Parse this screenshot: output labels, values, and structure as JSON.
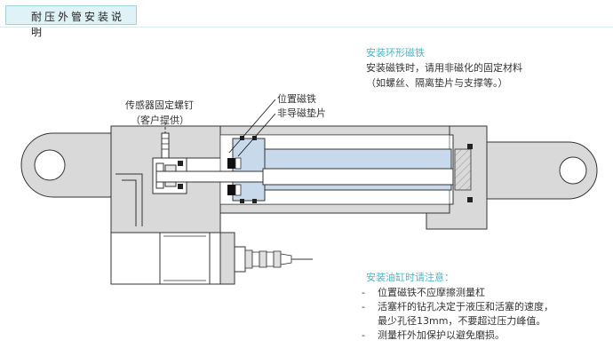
{
  "title": "耐压外管安装说明",
  "magnet_note": {
    "heading": "安装环形磁铁",
    "line1": "安装磁铁时，请用非磁化的固定材料",
    "line2": "（如螺丝、隔离垫片与支撑等。）"
  },
  "labels": {
    "sensor_screw_line1": "传感器固定螺钉",
    "sensor_screw_line2": "（客户提供）",
    "position_magnet": "位置磁铁",
    "nonmagnetic_spacer": "非导磁垫片"
  },
  "cylinder_note": {
    "heading": "安装油缸时请注意：",
    "items": [
      {
        "dash": "-",
        "text": "位置磁铁不应摩擦测量杠"
      },
      {
        "dash": "-",
        "text": "活塞杆的钻孔决定于液压和活塞的速度，"
      },
      {
        "dash": "",
        "text": "最少孔径13mm，不要超过压力峰值。"
      },
      {
        "dash": "-",
        "text": "测量杆外加保护以避免磨损。"
      }
    ]
  },
  "colors": {
    "body_gray": "#d9d9d9",
    "piston_blue": "#c9d9ec",
    "outline": "#333333",
    "accent": "#4eb3c7"
  }
}
